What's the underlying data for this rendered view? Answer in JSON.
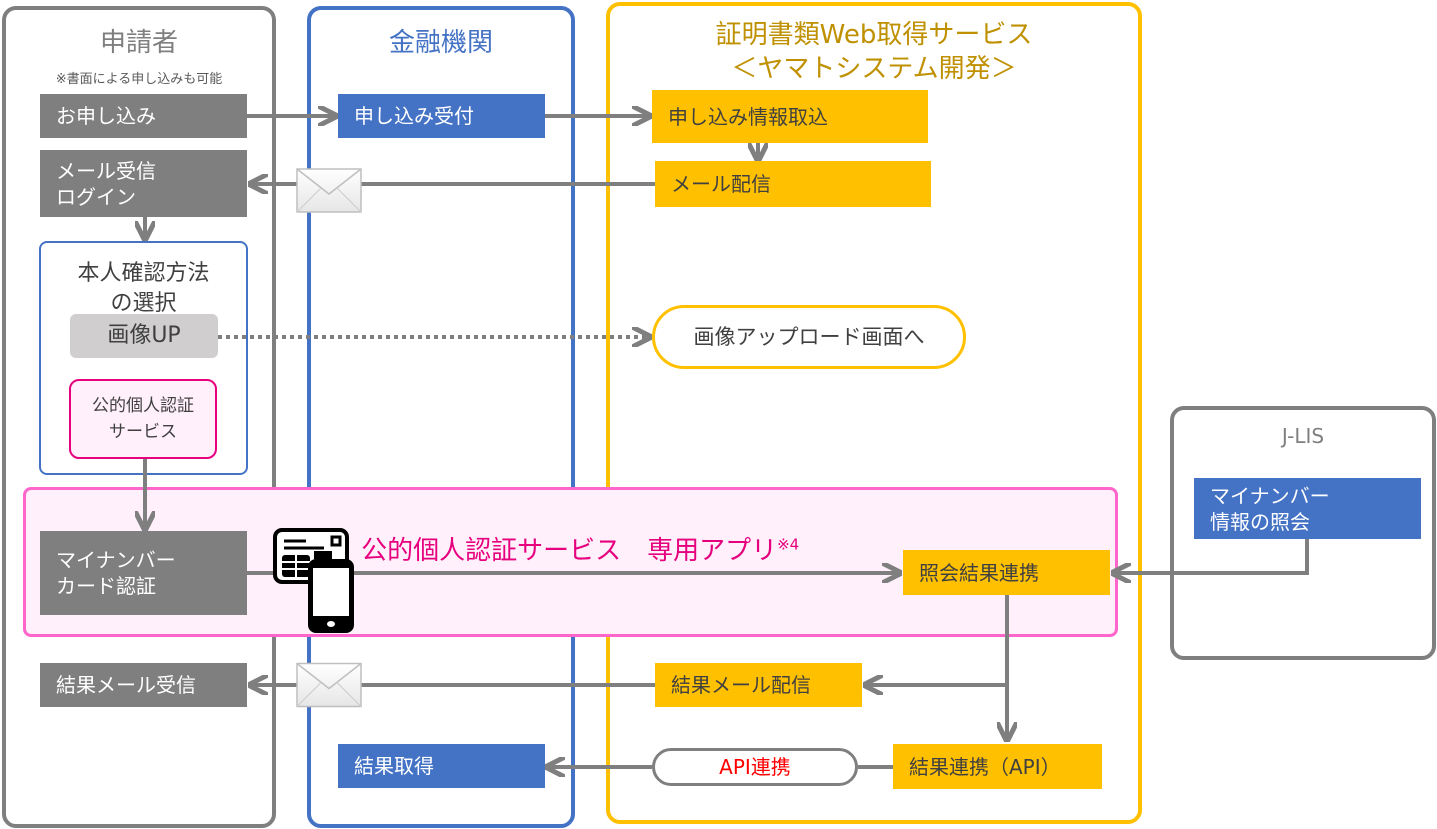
{
  "lanes": {
    "applicant": {
      "title": "申請者",
      "note": "※書面による申し込みも可能",
      "apply": "お申し込み",
      "mail_login_line1": "メール受信",
      "mail_login_line2": "ログイン",
      "id_method_line1": "本人確認方法",
      "id_method_line2": "の選択",
      "image_up": "画像UP",
      "jpki_line1": "公的個人認証",
      "jpki_line2": "サービス",
      "mynumber_line1": "マイナンバー",
      "mynumber_line2": "カード認証",
      "result_mail": "結果メール受信"
    },
    "bank": {
      "title": "金融機関",
      "receive": "申し込み受付",
      "get_result": "結果取得"
    },
    "service": {
      "title_line1": "証明書類Web取得サービス",
      "title_line2": "＜ヤマトシステム開発＞",
      "import": "申し込み情報取込",
      "mail_send": "メール配信",
      "image_upload_screen": "画像アップロード画面へ",
      "inquiry_result": "照会結果連携",
      "result_mail_send": "結果メール配信",
      "result_api": "結果連携（API）",
      "api_link": "API連携"
    },
    "jlis": {
      "title": "J-LIS",
      "inquiry_line1": "マイナンバー",
      "inquiry_line2": "情報の照会"
    }
  },
  "app_banner": {
    "title": "公的個人認証サービス　専用アプリ",
    "footnote": "※4"
  },
  "icons": [
    "mail-envelope-icon",
    "mynumber-card-icon",
    "smartphone-icon"
  ],
  "colors": {
    "applicant": "#7f7f7f",
    "bank": "#4472c4",
    "service": "#ffc000",
    "service_title": "#bf9000",
    "app_pink": "#ff66cc",
    "app_bg": "#fff0fb",
    "app_title": "#e6007e",
    "api_red": "#ff0000",
    "arrow": "#7f7f7f"
  }
}
